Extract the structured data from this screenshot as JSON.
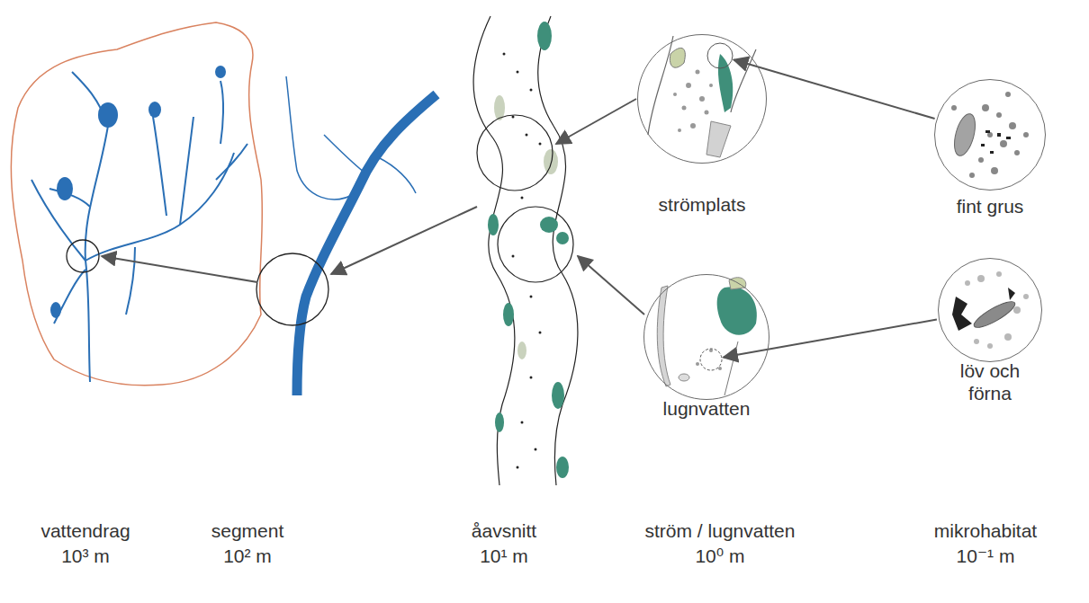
{
  "diagram": {
    "nodes": [
      {
        "text": [
          "strömplats"
        ]
      },
      {
        "text": [
          "fint grus"
        ]
      },
      {
        "text": [
          "lugnvatten"
        ]
      },
      {
        "text": [
          "löv och förna"
        ]
      }
    ],
    "edges": [
      {
        "from": 1,
        "to": 0,
        "arrow": "to"
      },
      {
        "from": 3,
        "to": 2,
        "arrow": "to"
      }
    ],
    "labels": [
      "vattendrag",
      "10³ m",
      "segment",
      "10² m",
      "åavsnitt",
      "10¹ m",
      "ström / lugnvatten",
      "10⁰ m",
      "mikrohabitat",
      "10⁻¹ m"
    ]
  }
}
